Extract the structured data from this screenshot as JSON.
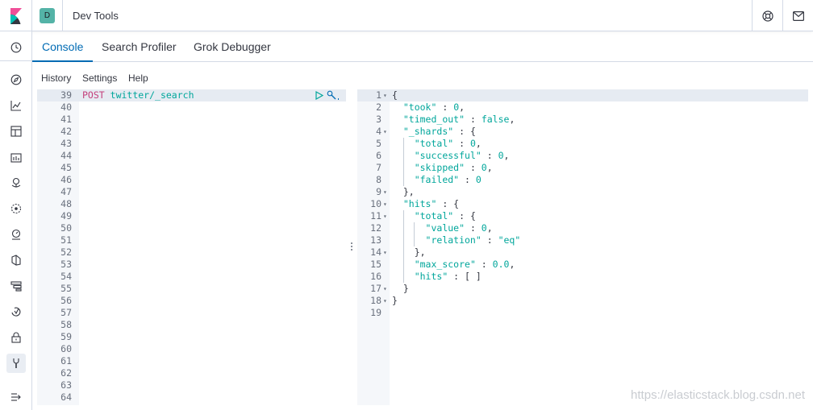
{
  "header": {
    "space_initial": "D",
    "title": "Dev Tools"
  },
  "nav": {
    "items": [
      "clock-icon",
      "compass-icon",
      "chart-icon",
      "dashboard-icon",
      "canvas-icon",
      "maps-icon",
      "ml-icon",
      "metrics-icon",
      "logs-icon",
      "apm-icon",
      "uptime-icon",
      "security-icon",
      "devtools-icon",
      "collapse-icon"
    ]
  },
  "tabs": [
    {
      "label": "Console",
      "active": true
    },
    {
      "label": "Search Profiler",
      "active": false
    },
    {
      "label": "Grok Debugger",
      "active": false
    }
  ],
  "submenu": [
    "History",
    "Settings",
    "Help"
  ],
  "request_editor": {
    "first_line": 39,
    "method": "POST",
    "url": "twitter/_search",
    "line_numbers": [
      "39",
      "40",
      "41",
      "42",
      "43",
      "44",
      "45",
      "46",
      "47",
      "48",
      "49",
      "50",
      "51",
      "52",
      "53",
      "54",
      "55",
      "56",
      "57",
      "58",
      "59",
      "60",
      "61",
      "62",
      "63",
      "64"
    ]
  },
  "response_editor": {
    "lines": [
      "{",
      "  \"took\" : 0,",
      "  \"timed_out\" : false,",
      "  \"_shards\" : {",
      "    \"total\" : 0,",
      "    \"successful\" : 0,",
      "    \"skipped\" : 0,",
      "    \"failed\" : 0",
      "  },",
      "  \"hits\" : {",
      "    \"total\" : {",
      "      \"value\" : 0,",
      "      \"relation\" : \"eq\"",
      "    },",
      "    \"max_score\" : 0.0,",
      "    \"hits\" : [ ]",
      "  }",
      "}",
      ""
    ],
    "line_numbers": [
      "1",
      "2",
      "3",
      "4",
      "5",
      "6",
      "7",
      "8",
      "9",
      "10",
      "11",
      "12",
      "13",
      "14",
      "15",
      "16",
      "17",
      "18",
      "19"
    ]
  },
  "watermark": "https://elasticstack.blog.csdn.net"
}
